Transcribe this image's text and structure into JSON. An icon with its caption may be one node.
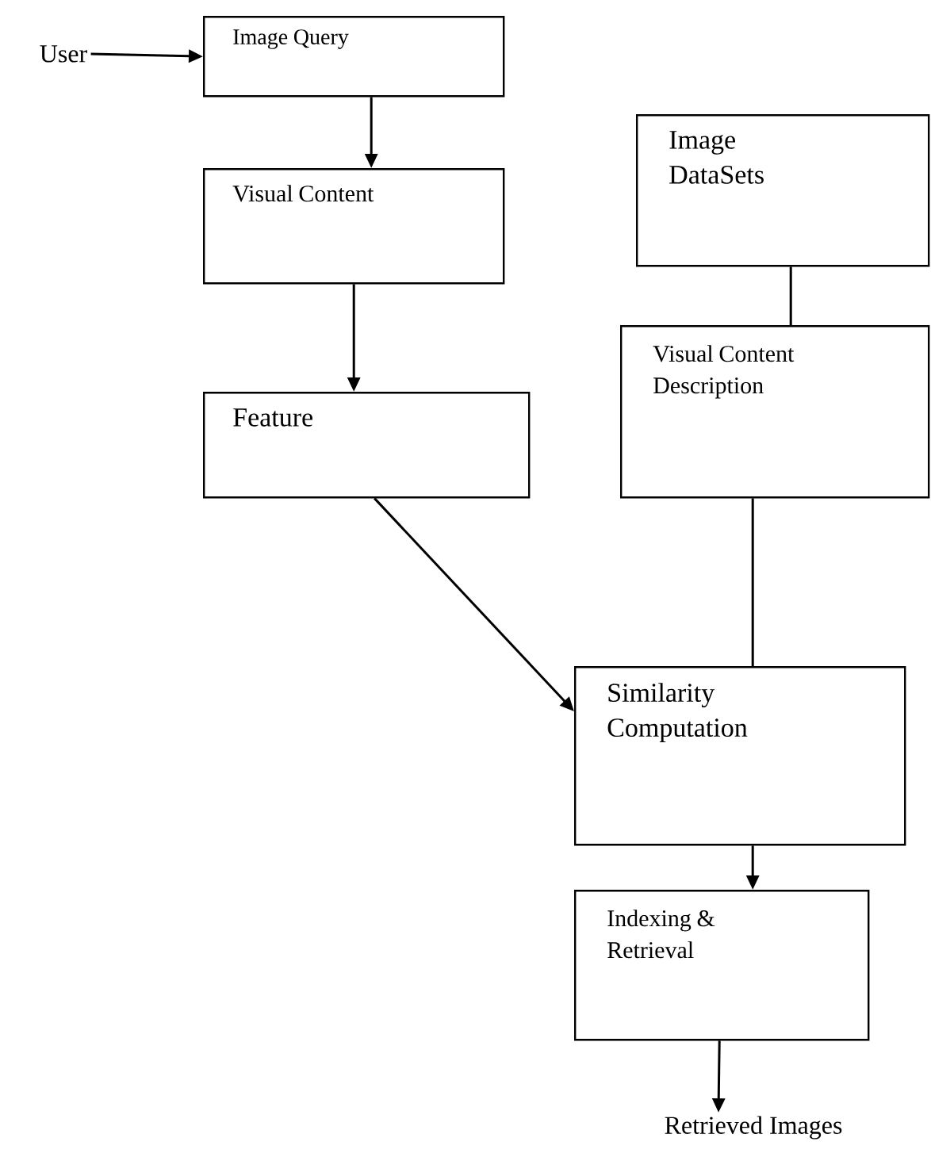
{
  "diagram": {
    "nodes": [
      {
        "text": [
          "User"
        ]
      },
      {
        "text": [
          "Image Query"
        ]
      },
      {
        "text": [
          "Visual Content"
        ]
      },
      {
        "text": [
          "Feature"
        ]
      },
      {
        "text": [
          "Image DataSets"
        ]
      },
      {
        "text": [
          "Visual Content Description"
        ]
      },
      {
        "text": [
          "Similarity Computation"
        ]
      },
      {
        "text": [
          "Indexing & Retrieval"
        ]
      },
      {
        "text": [
          "Retrieved Images"
        ]
      }
    ],
    "edges": [
      {
        "from": 0,
        "to": 1,
        "arrow": "to"
      },
      {
        "from": 1,
        "to": 2,
        "arrow": "to"
      },
      {
        "from": 2,
        "to": 3,
        "arrow": "to"
      },
      {
        "from": 4,
        "to": 5,
        "arrow": "none"
      },
      {
        "from": 3,
        "to": 6,
        "arrow": "to"
      },
      {
        "from": 5,
        "to": 6,
        "arrow": "none"
      },
      {
        "from": 6,
        "to": 7,
        "arrow": "to"
      },
      {
        "from": 7,
        "to": 8,
        "arrow": "to"
      }
    ]
  }
}
